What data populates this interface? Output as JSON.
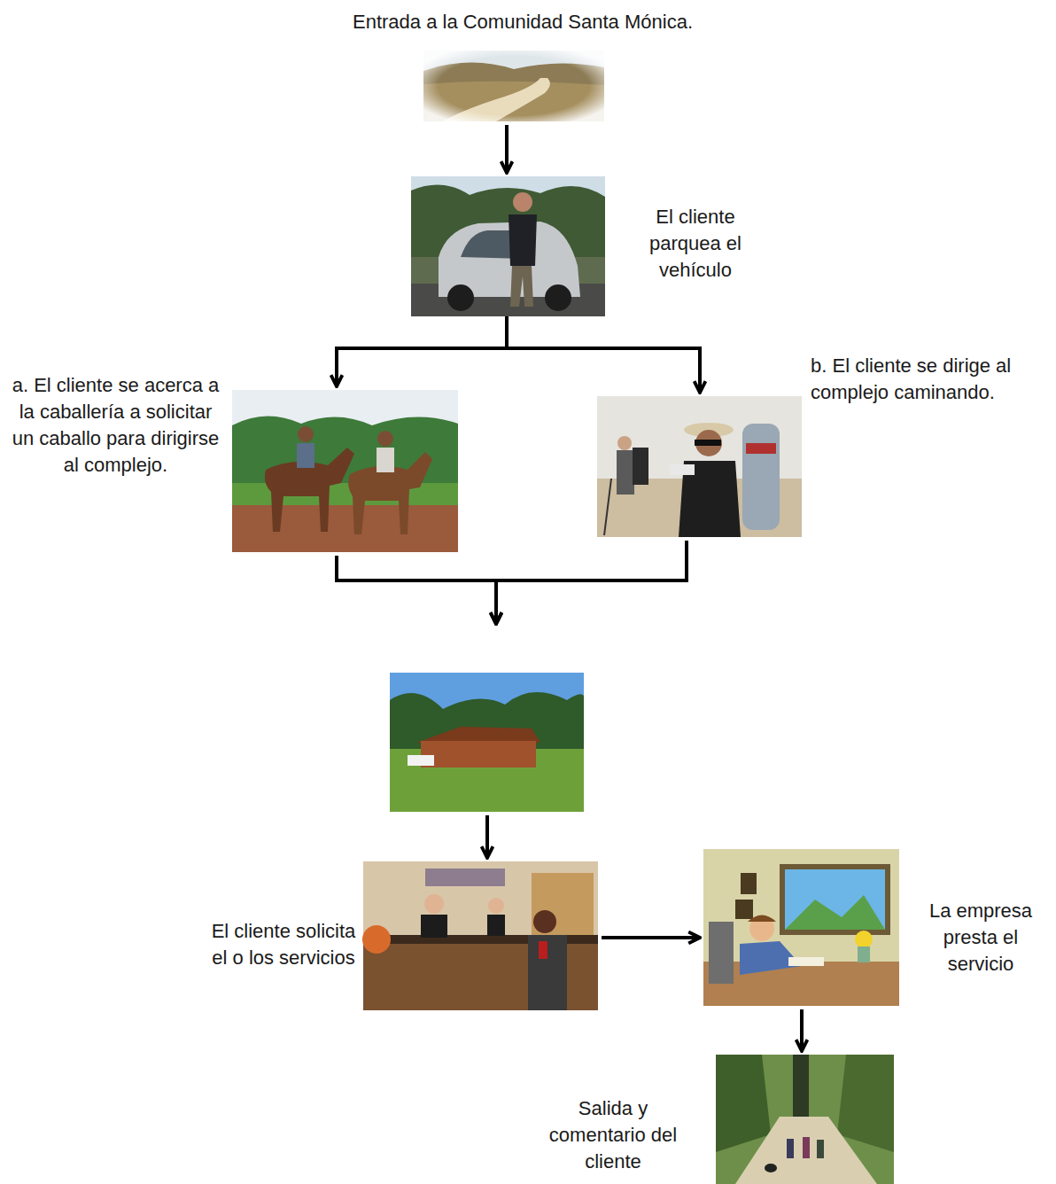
{
  "diagram": {
    "nodes": [
      {
        "text": [
          "Entrada a la Comunidad Santa Mónica."
        ]
      },
      {
        "text": [
          "El cliente parquea el vehículo"
        ]
      },
      {
        "text": [
          "a. El cliente se acerca a la caballería a solicitar un caballo para dirigirse al complejo."
        ]
      },
      {
        "text": [
          "b. El cliente se dirige al complejo caminando."
        ]
      },
      {
        "text": []
      },
      {
        "text": [
          "El cliente solicita el o los servicios"
        ]
      },
      {
        "text": [
          "La empresa presta el servicio"
        ]
      },
      {
        "text": [
          "Salida y comentario del cliente"
        ]
      }
    ],
    "edges": [
      {
        "from": 0,
        "to": 1,
        "arrow": "to"
      },
      {
        "from": 1,
        "to": 2,
        "arrow": "to"
      },
      {
        "from": 1,
        "to": 3,
        "arrow": "to"
      },
      {
        "from": 2,
        "to": 4,
        "arrow": "to"
      },
      {
        "from": 3,
        "to": 4,
        "arrow": "to"
      },
      {
        "from": 4,
        "to": 5,
        "arrow": "to"
      },
      {
        "from": 5,
        "to": 6,
        "arrow": "to"
      },
      {
        "from": 6,
        "to": 7,
        "arrow": "to"
      }
    ]
  }
}
